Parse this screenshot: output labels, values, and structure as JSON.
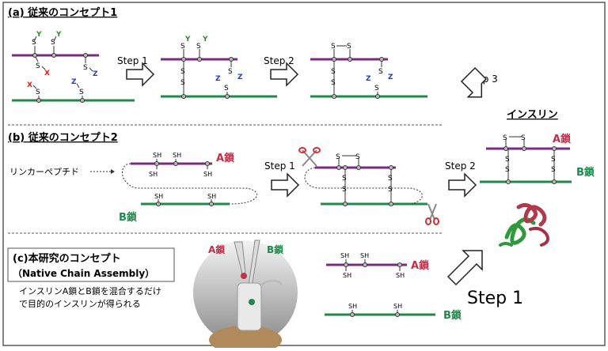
{
  "sections": {
    "a": {
      "header": "(a)  従来のコンセプト1"
    },
    "b": {
      "header": "(b) 従来のコンセプト2",
      "linker_label": "リンカーペプチド",
      "chain_a": "A鎖",
      "chain_b": "B鎖"
    },
    "c": {
      "header_line1": "(c)本研究のコンセプト",
      "header_line2": "（Native Chain Assembly）",
      "description_line1": "インスリンA鎖とB鎖を混合するだけ",
      "description_line2": "で目的のインスリンが得られる",
      "photo_chain_a": "A鎖",
      "photo_chain_b": "B鎖",
      "chain_a": "A鎖",
      "chain_b": "B鎖"
    }
  },
  "steps": {
    "a_step1": "Step 1",
    "a_step2": "Step 2",
    "a_step3": "Step 3",
    "b_step1": "Step 1",
    "b_step2": "Step 2",
    "c_step1": "Step 1"
  },
  "product": {
    "title": "インスリン",
    "chain_a": "A鎖",
    "chain_b": "B鎖"
  },
  "symbols": {
    "S": "S",
    "SH": "SH",
    "X": "X",
    "Y": "Y",
    "Z": "Z"
  },
  "colors": {
    "chain_a": "#7B2A84",
    "chain_b": "#1E8A4A",
    "label_a": "#C0304A",
    "label_b": "#1E8A4A",
    "x": "#E02020",
    "y": "#2E8B2E",
    "z": "#2040C0"
  }
}
